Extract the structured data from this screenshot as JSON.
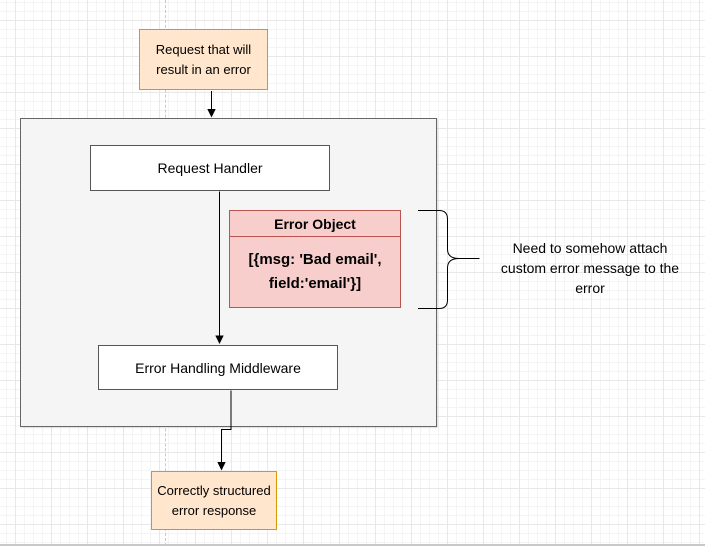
{
  "diagram": {
    "nodes": {
      "request_error": {
        "label": "Request that will result in an error"
      },
      "request_handler": {
        "label": "Request Handler"
      },
      "error_object": {
        "title": "Error Object",
        "body": "[{msg: 'Bad email', field:'email'}]"
      },
      "error_middleware": {
        "label": "Error Handling Middleware"
      },
      "response": {
        "label": "Correctly structured error response"
      }
    },
    "annotation": {
      "lines": [
        "Need to somehow attach",
        "custom error message to the",
        "error"
      ]
    }
  },
  "colors": {
    "node_orange_fill": "#ffe6cc",
    "node_orange_stroke": "#d79b00",
    "node_red_fill": "#f8cecc",
    "node_red_stroke": "#b85450",
    "node_white_fill": "#ffffff",
    "node_stroke": "#555555",
    "container_fill": "#f5f5f5",
    "container_stroke": "#666666",
    "edge_color": "#000000",
    "grid_minor": "#f4f4f4",
    "grid_major": "#e8e8e8",
    "guide_dashed": "#c9c9c9"
  }
}
